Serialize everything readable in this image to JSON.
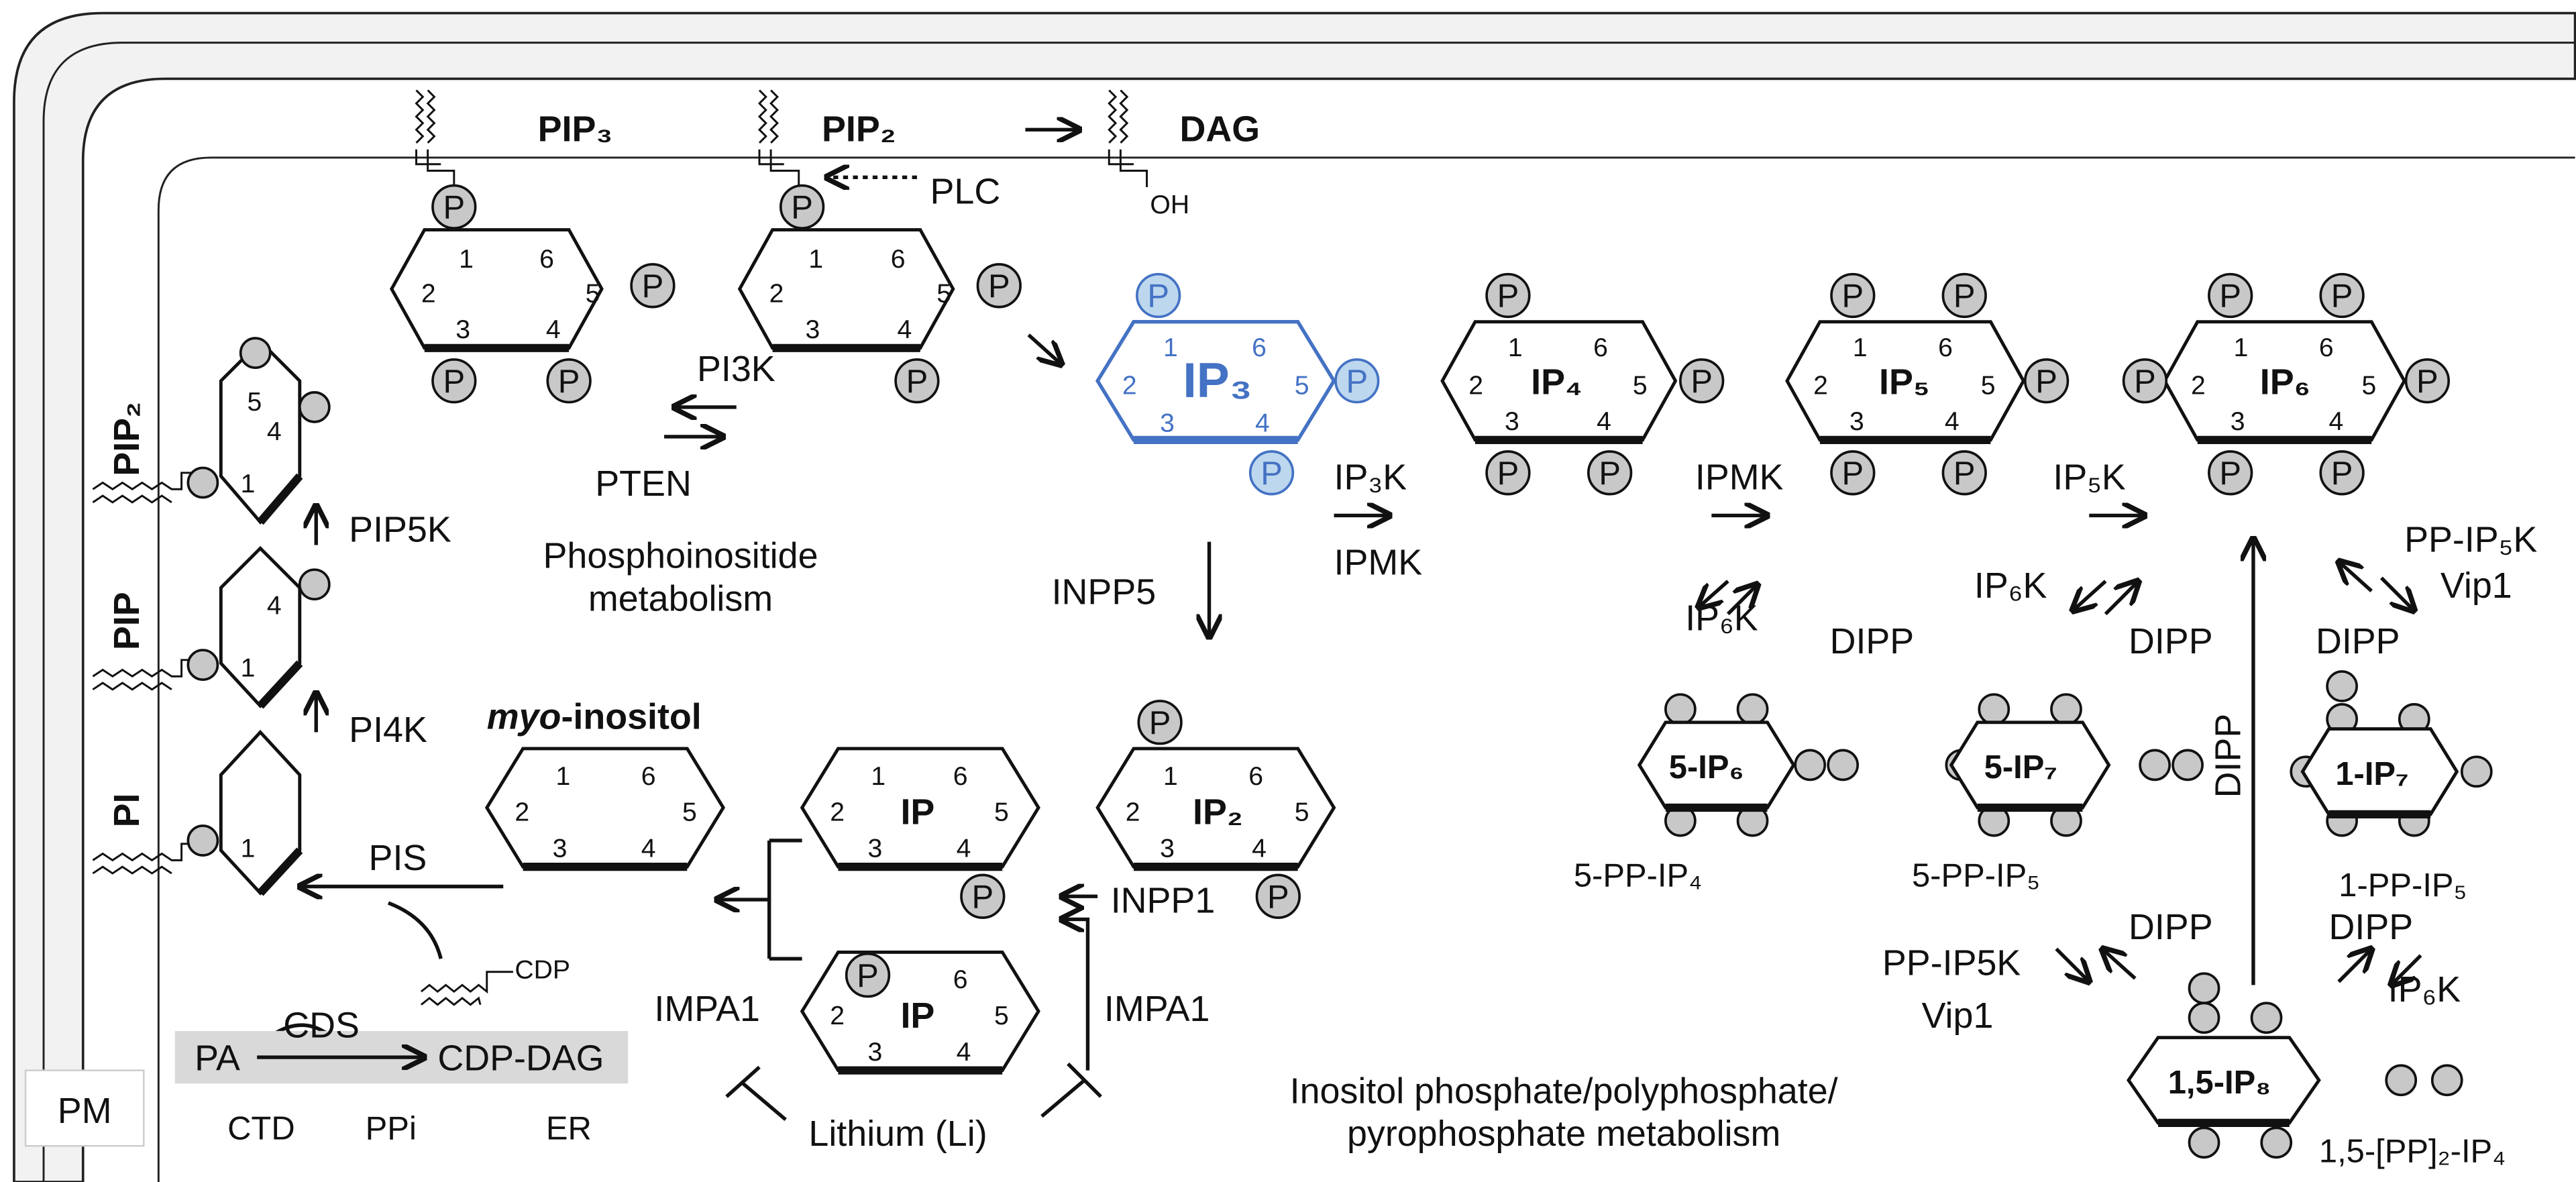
{
  "membrane": {
    "pip3": "PIP₃",
    "pip2": "PIP₂",
    "dag": "DAG",
    "oh": "OH",
    "pm": "PM",
    "er": "ER",
    "side_pip2": "PIP₂",
    "side_pip": "PIP",
    "side_pi": "PI"
  },
  "phospho": {
    "p": "P"
  },
  "enzymes": {
    "plc": "PLC",
    "pi3k": "PI3K",
    "pten": "PTEN",
    "pip5k": "PIP5K",
    "pi4k": "PI4K",
    "inpp5": "INPP5",
    "ip3k": "IP₃K",
    "ipmk_a": "IPMK",
    "ipmk_b": "IPMK",
    "ip5k": "IP₅K",
    "ip6k_a": "IP₆K",
    "dipp_a": "DIPP",
    "ip6k_b": "IP₆K",
    "dipp_b": "DIPP",
    "pp_ip5k_top": "PP-IP₅K",
    "vip1_top": "Vip1",
    "dipp_c": "DIPP",
    "dipp_vert": "DIPP",
    "pp_ip5k_bot": "PP-IP5K",
    "vip1_bot": "Vip1",
    "dipp_d": "DIPP",
    "dipp_e": "DIPP",
    "ip6k_c": "IP₆K",
    "inpp1": "INPP1",
    "impa1_a": "IMPA1",
    "impa1_b": "IMPA1",
    "pis": "PIS",
    "cdp": "CDP",
    "cds": "CDS",
    "pa": "PA",
    "cdp_dag": "CDP-DAG",
    "ctd": "CTD",
    "ppi": "PPi",
    "lithium": "Lithium (Li)"
  },
  "molecules": {
    "ip3": "IP₃",
    "ip4": "IP₄",
    "ip5": "IP₅",
    "ip6": "IP₆",
    "ip2": "IP₂",
    "ip_a": "IP",
    "ip_b": "IP",
    "pp5_ip6": "5-IP₆",
    "pp5_ip7": "5-IP₇",
    "pp1_ip7": "1-IP₇",
    "ip8": "1,5-IP₈",
    "pp_ip4": "5-PP-IP₄",
    "pp_ip5": "5-PP-IP₅",
    "pp1_ip5": "1-PP-IP₅",
    "pp2_ip4": "1,5-[PP]₂-IP₄",
    "myo_italic": "myo",
    "myo_rest": "-inositol"
  },
  "captions": {
    "phospho_1": "Phosphoinositide",
    "phospho_2": "metabolism",
    "inositol_1": "Inositol phosphate/polyphosphate/",
    "inositol_2": "pyrophosphate metabolism"
  },
  "colors": {
    "ip3_blue": "#4472C4",
    "ip3_fill": "#BDD7EE",
    "phosphate_grey": "#C8C8C8",
    "er_box": "#D9D9D9"
  }
}
